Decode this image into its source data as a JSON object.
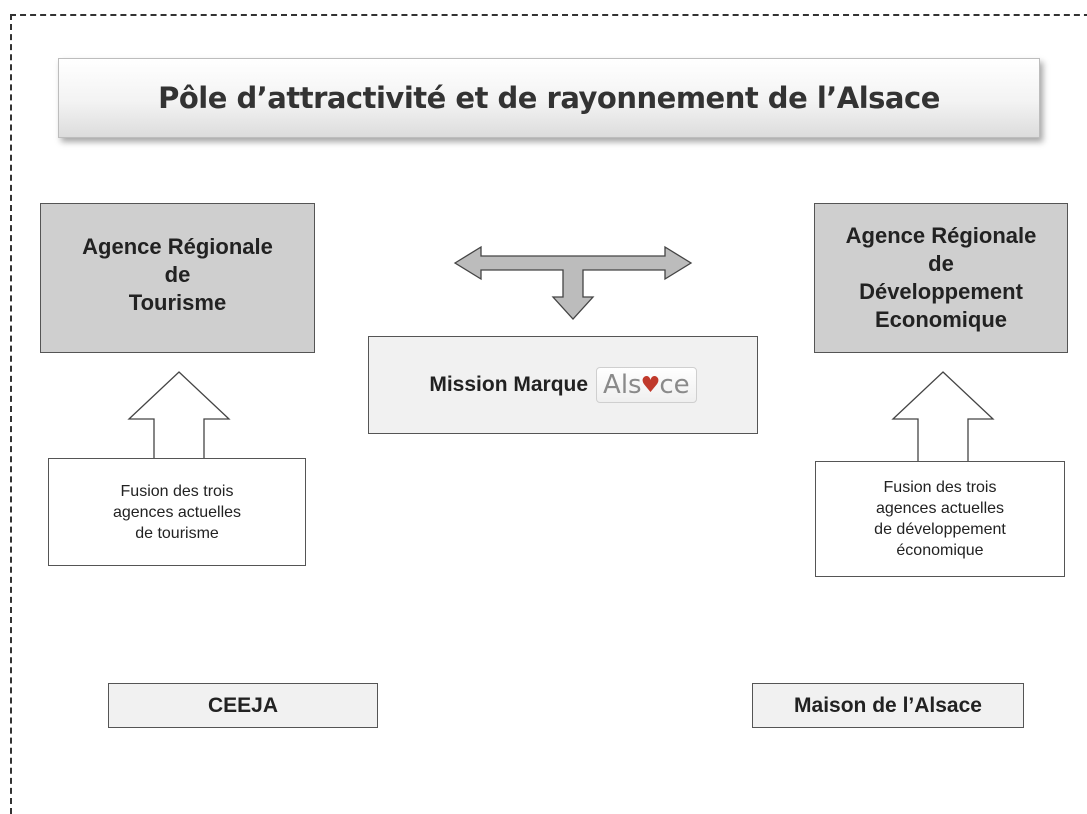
{
  "title": "Pôle d’attractivité et de rayonnement de l’Alsace",
  "left_agency": {
    "line1": "Agence Régionale",
    "line2": "de",
    "line3": "Tourisme"
  },
  "right_agency": {
    "line1": "Agence Régionale",
    "line2": "de",
    "line3": "Développement",
    "line4": "Economique"
  },
  "mission": {
    "label": "Mission Marque",
    "logo_prefix": "Als",
    "logo_suffix": "ce",
    "logo_mark": "heart-icon"
  },
  "left_note": {
    "line1": "Fusion des trois",
    "line2": "agences actuelles",
    "line3": "de tourisme"
  },
  "right_note": {
    "line1": "Fusion des trois",
    "line2": "agences actuelles",
    "line3": "de développement",
    "line4": "économique"
  },
  "bottom_left": "CEEJA",
  "bottom_right": "Maison de l’Alsace",
  "colors": {
    "agency_fill": "#cfcfcf",
    "mission_fill": "#f1f1f1",
    "arrow_fill": "#bcbcbc",
    "logo_heart": "#c0392b"
  }
}
